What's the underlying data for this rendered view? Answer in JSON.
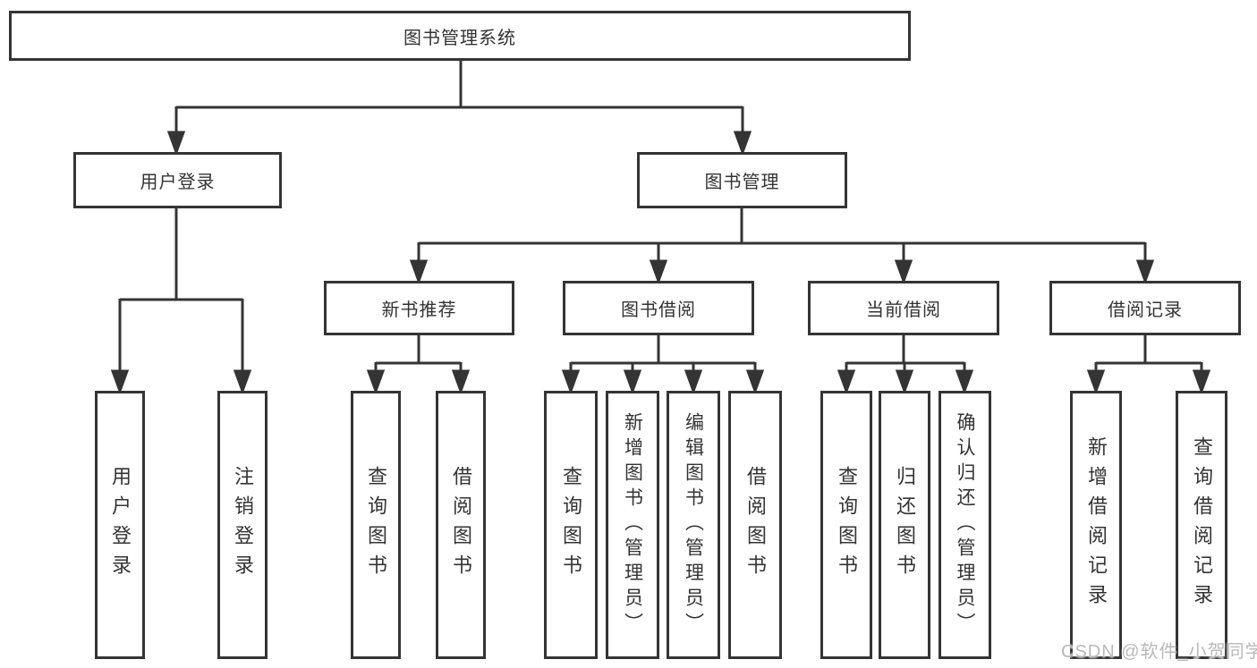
{
  "tree": {
    "root_label": "图书管理系统",
    "level2": [
      {
        "label": "用户登录",
        "leaves": [
          "用户登录",
          "注销登录"
        ]
      },
      {
        "label": "图书管理",
        "groups": [
          {
            "label": "新书推荐",
            "leaves": [
              "查询图书",
              "借阅图书"
            ]
          },
          {
            "label": "图书借阅",
            "leaves": [
              "查询图书",
              "新增图书（管理员）",
              "编辑图书（管理员）",
              "借阅图书"
            ]
          },
          {
            "label": "当前借阅",
            "leaves": [
              "查询图书",
              "归还图书",
              "确认归还（管理员）"
            ]
          },
          {
            "label": "借阅记录",
            "leaves": [
              "新增借阅记录",
              "查询借阅记录"
            ]
          }
        ]
      }
    ]
  },
  "watermark": "CSDN @软件_小贺同学",
  "colors": {
    "line": "#343434",
    "box_border": "#343434",
    "box_fill": "#ffffff",
    "text": "#333333",
    "watermark": "#b9b9b9",
    "background": "#ffffff"
  }
}
